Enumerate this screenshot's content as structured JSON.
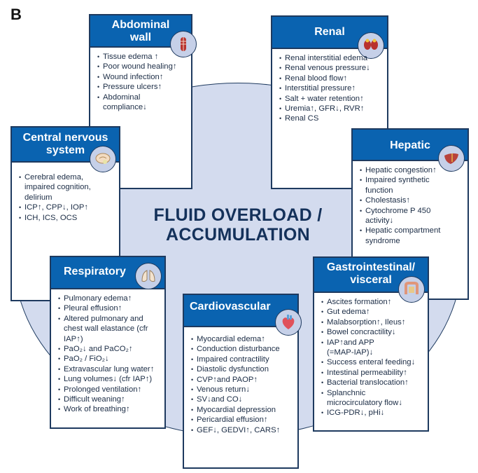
{
  "panel_label": "B",
  "center": {
    "line1": "FLUID OVERLOAD /",
    "line2": "ACCUMULATION"
  },
  "colors": {
    "header_blue": "#0a63b0",
    "border_navy": "#1e3a5f",
    "background_blob": "#d3dbee",
    "text": "#1b2c45"
  },
  "boxes": {
    "abdominal": {
      "title1": "Abdominal",
      "title2": "wall",
      "icon": "abdominal-muscle-icon",
      "items": [
        "Tissue edema ↑",
        "Poor wound healing↑",
        "Wound infection↑",
        "Pressure ulcers↑",
        "Abdominal compliance↓"
      ]
    },
    "renal": {
      "title1": "Renal",
      "icon": "kidneys-icon",
      "items": [
        "Renal interstitial edema",
        "Renal venous pressure↓",
        "Renal blood flow↑",
        "Interstitial pressure↑",
        "Salt + water retention↑",
        "Uremia↑, GFR↓, RVR↑",
        "Renal CS"
      ]
    },
    "cns": {
      "title1": "Central nervous",
      "title2": "system",
      "icon": "brain-icon",
      "items": [
        "Cerebral edema, impaired cognition, delirium",
        "ICP↑, CPP↓, IOP↑",
        "ICH, ICS, OCS"
      ]
    },
    "hepatic": {
      "title1": "Hepatic",
      "icon": "liver-icon",
      "items": [
        "Hepatic congestion↑",
        "Impaired synthetic function",
        "Cholestasis↑",
        "Cytochrome P 450 activity↓",
        "Hepatic compartment syndrome"
      ]
    },
    "respiratory": {
      "title1": "Respiratory",
      "icon": "lungs-icon",
      "items": [
        "Pulmonary edema↑",
        "Pleural effusion↑",
        "Altered pulmonary and chest wall elastance (cfr IAP↑)",
        "PaO₂↓ and PaCO₂↑",
        "PaO₂ / FiO₂↓",
        "Extravascular lung water↑",
        "Lung volumes↓ (cfr IAP↑)",
        "Prolonged ventilation↑",
        "Difficult weaning↑",
        "Work of breathing↑"
      ]
    },
    "cardio": {
      "title1": "Cardiovascular",
      "icon": "heart-icon",
      "items": [
        "Myocardial edema↑",
        "Conduction disturbance",
        "Impaired contractility",
        "Diastolic dysfunction",
        "CVP↑and PAOP↑",
        "Venous return↓",
        "SV↓and CO↓",
        "Myocardial depression",
        "Pericardial effusion↑",
        "GEF↓, GEDVI↑, CARS↑"
      ]
    },
    "gi": {
      "title1": "Gastrointestinal/",
      "title2": "visceral",
      "icon": "intestine-icon",
      "items": [
        "Ascites formation↑",
        "Gut edema↑",
        "Malabsorption↑, Ileus↑",
        "Bowel concractility↓",
        "IAP↑and APP (=MAP-IAP)↓",
        "Success enteral feeding↓",
        "Intestinal permeability↑",
        "Bacterial translocation↑",
        "Splanchnic microcirculatory flow↓",
        "ICG-PDR↓, pHi↓"
      ]
    }
  }
}
